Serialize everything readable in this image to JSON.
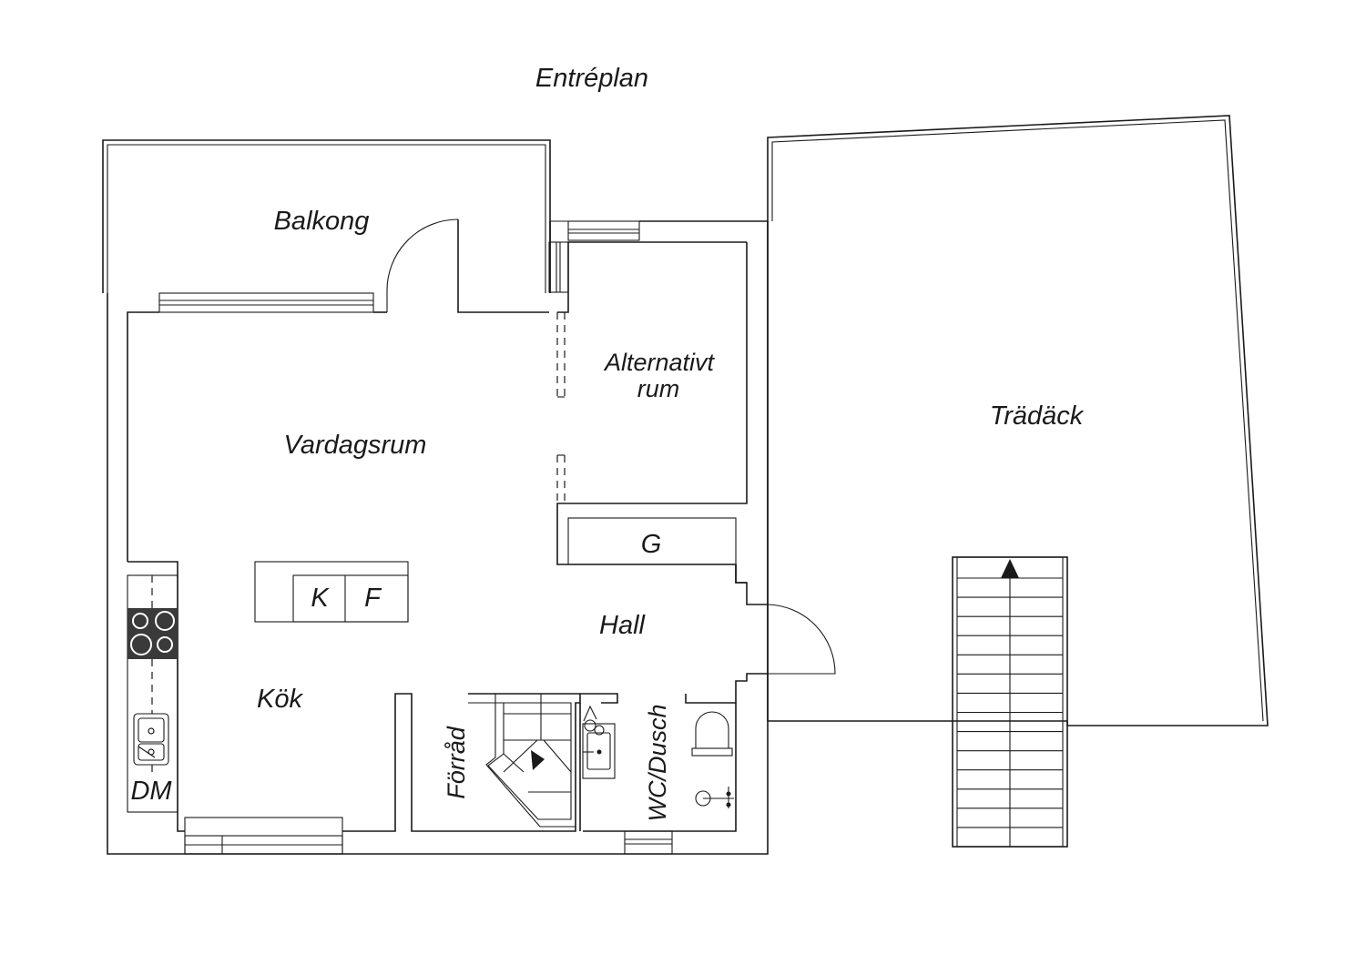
{
  "title": "Entréplan",
  "rooms": {
    "balcony": "Balkong",
    "living_room": "Vardagsrum",
    "alternative_room_line1": "Alternativt",
    "alternative_room_line2": "rum",
    "wardrobe": "G",
    "hall": "Hall",
    "kitchen": "Kök",
    "fridge": "K",
    "freezer": "F",
    "dishwasher": "DM",
    "storage": "Förråd",
    "bathroom": "WC/Dusch",
    "deck": "Trädäck"
  },
  "colors": {
    "line": "#1a1a1a",
    "stove": "#3a3a3a",
    "background": "#ffffff"
  }
}
